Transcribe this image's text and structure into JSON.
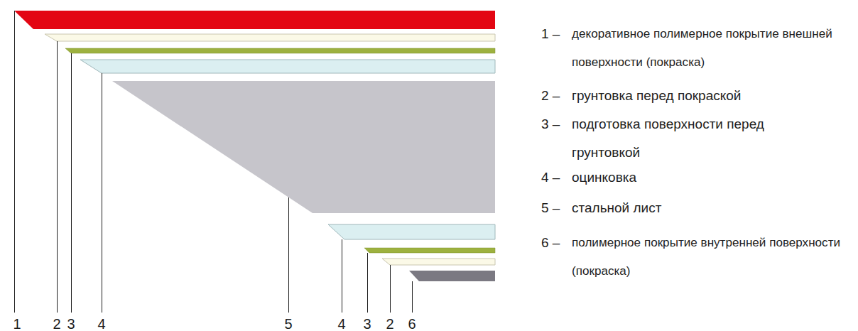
{
  "diagram": {
    "labels": [
      "1",
      "2",
      "3",
      "4",
      "5",
      "4",
      "3",
      "2",
      "6",
      "1 –",
      "декоративное полимерное покрытие внешней поверхности (покраска)",
      "2 –",
      "грунтовка перед покраской",
      "3 –",
      "подготовка поверхности перед грунтовкой",
      "4 –",
      "оцинковка",
      "5 –",
      "стальной лист",
      "6 –",
      "полимерное покрытие внутренней поверхности (покраска)"
    ]
  }
}
